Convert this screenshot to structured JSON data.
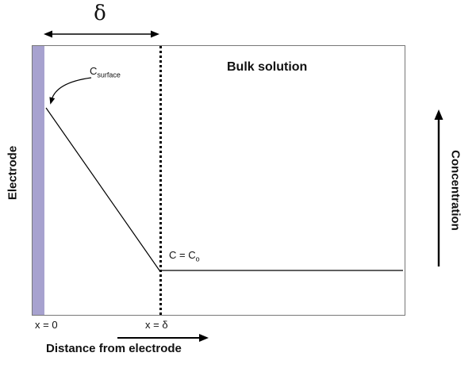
{
  "labels": {
    "delta": "δ",
    "electrode": "Electrode",
    "bulk_solution": "Bulk solution",
    "c_surface_main": "C",
    "c_surface_sub": "surface",
    "c_bulk_main": "C = C",
    "c_bulk_sub": "o",
    "x_zero": "x = 0",
    "x_delta": "x = δ",
    "x_axis": "Distance from electrode",
    "y_axis": "Concentration"
  },
  "colors": {
    "electrode_fill": "#a7a2cf",
    "box_border": "#777777",
    "line_color": "#000000"
  },
  "profile": {
    "description": "Concentration falls linearly from C_surface at x=0 to C=Co at x=delta, then constant in bulk solution",
    "points": [
      {
        "x": "0",
        "c": "C_surface"
      },
      {
        "x": "delta",
        "c": "Co"
      },
      {
        "x": "right edge",
        "c": "Co"
      }
    ]
  }
}
